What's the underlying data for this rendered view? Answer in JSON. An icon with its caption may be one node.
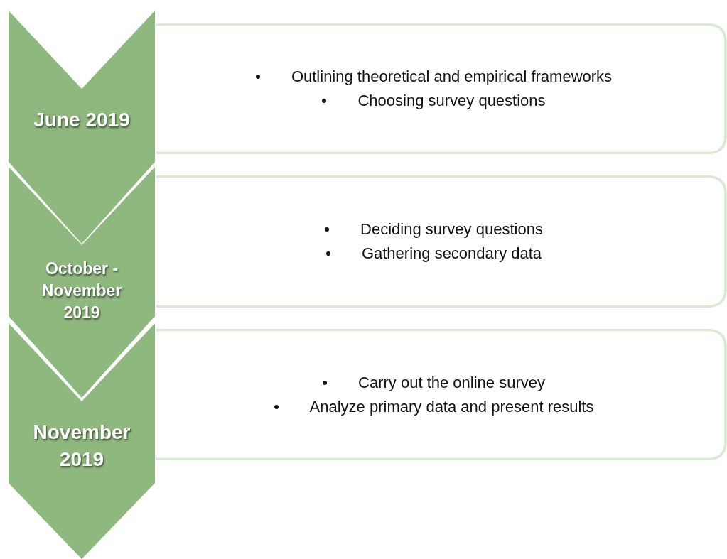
{
  "diagram": {
    "nodes": [
      {
        "text": [
          "June 2019"
        ]
      },
      {
        "text": [
          "Outlining theoretical and empirical frameworks",
          "Choosing survey questions"
        ]
      },
      {
        "text": [
          "October - November 2019"
        ]
      },
      {
        "text": [
          "Deciding survey questions",
          "Gathering secondary data"
        ]
      },
      {
        "text": [
          "November 2019"
        ]
      },
      {
        "text": [
          "Carry out the online survey",
          "Analyze primary data and present results"
        ]
      }
    ]
  }
}
